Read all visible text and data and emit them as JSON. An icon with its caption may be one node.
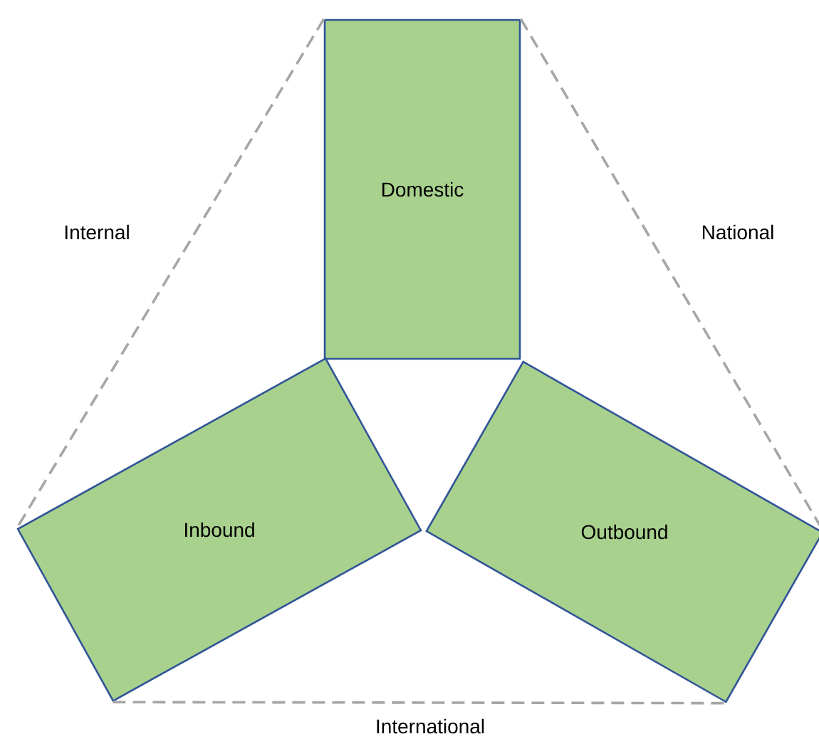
{
  "diagram": {
    "nodes": [
      {
        "text": [
          "Domestic"
        ]
      },
      {
        "text": [
          "Inbound"
        ]
      },
      {
        "text": [
          "Outbound"
        ]
      }
    ],
    "edges": [
      {
        "from": 0,
        "to": 1,
        "arrow": "none",
        "style": "dashed",
        "label": "Internal"
      },
      {
        "from": 0,
        "to": 2,
        "arrow": "none",
        "style": "dashed",
        "label": "National"
      },
      {
        "from": 1,
        "to": 2,
        "arrow": "none",
        "style": "dashed",
        "label": "International"
      }
    ]
  }
}
